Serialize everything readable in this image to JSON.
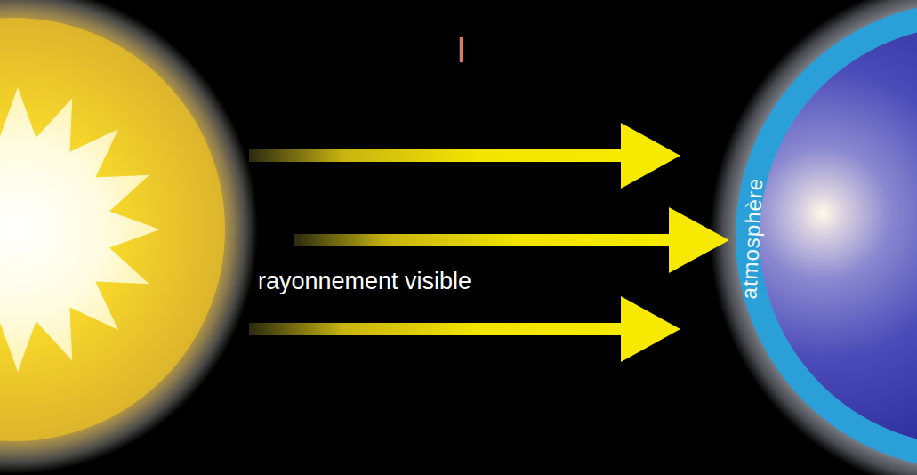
{
  "diagram": {
    "labels": [
      "I",
      "rayonnement visible",
      "atmosphère"
    ]
  }
}
